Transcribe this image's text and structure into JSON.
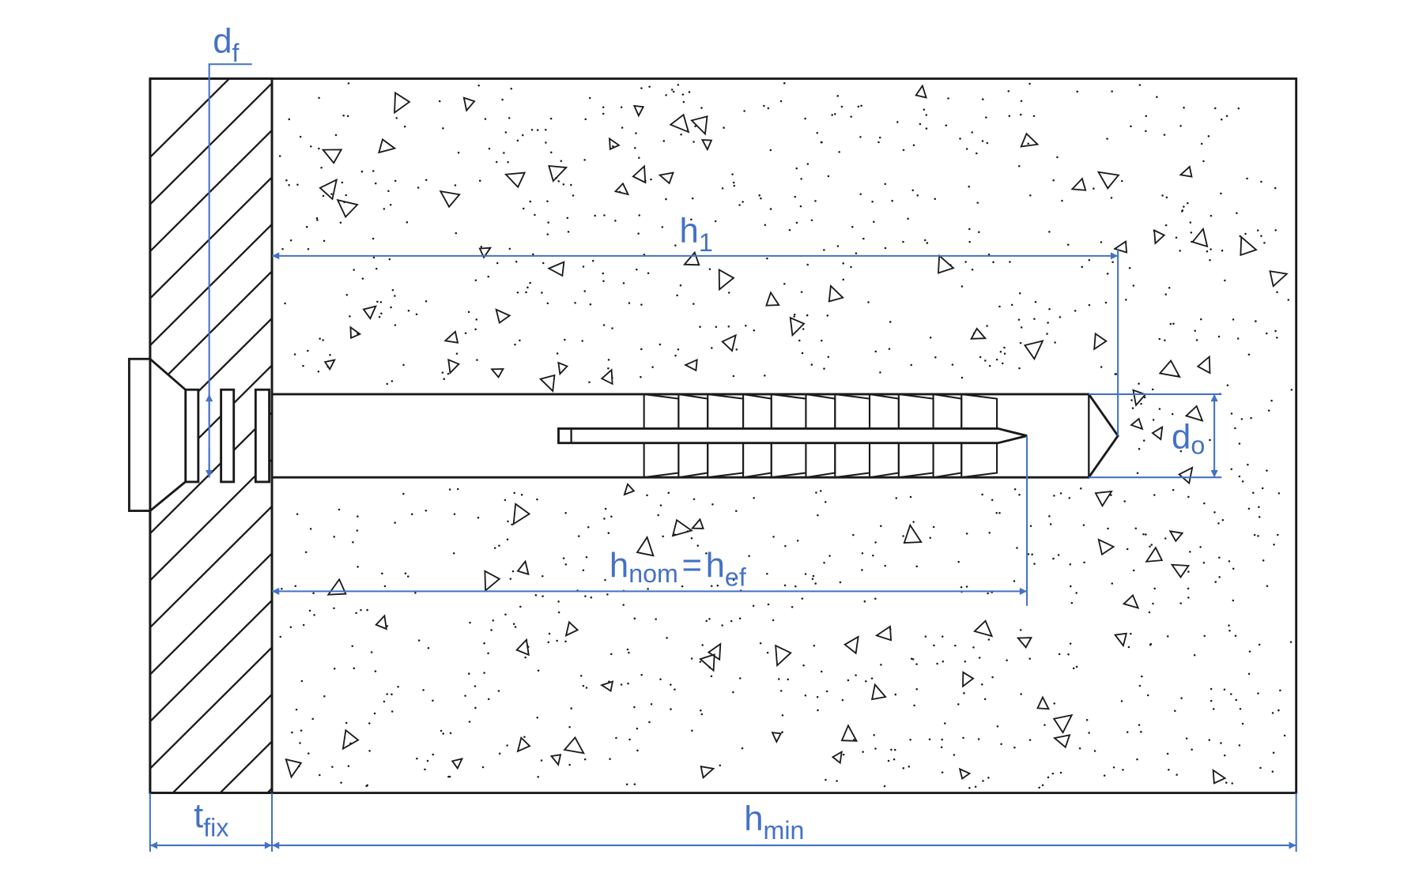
{
  "diagram": {
    "colors": {
      "dimension": "#4472c4",
      "outline": "#1a1a1a"
    },
    "labels": {
      "df": {
        "main": "d",
        "sub": "f"
      },
      "h1": {
        "main": "h",
        "sub": "1"
      },
      "do": {
        "main": "d",
        "sub": "o"
      },
      "hnom": {
        "main": "h",
        "sub": "nom",
        "eq": "=",
        "main2": "h",
        "sub2": "ef"
      },
      "tfix": {
        "main": "t",
        "sub": "fix"
      },
      "hmin": {
        "main": "h",
        "sub": "min"
      }
    }
  }
}
